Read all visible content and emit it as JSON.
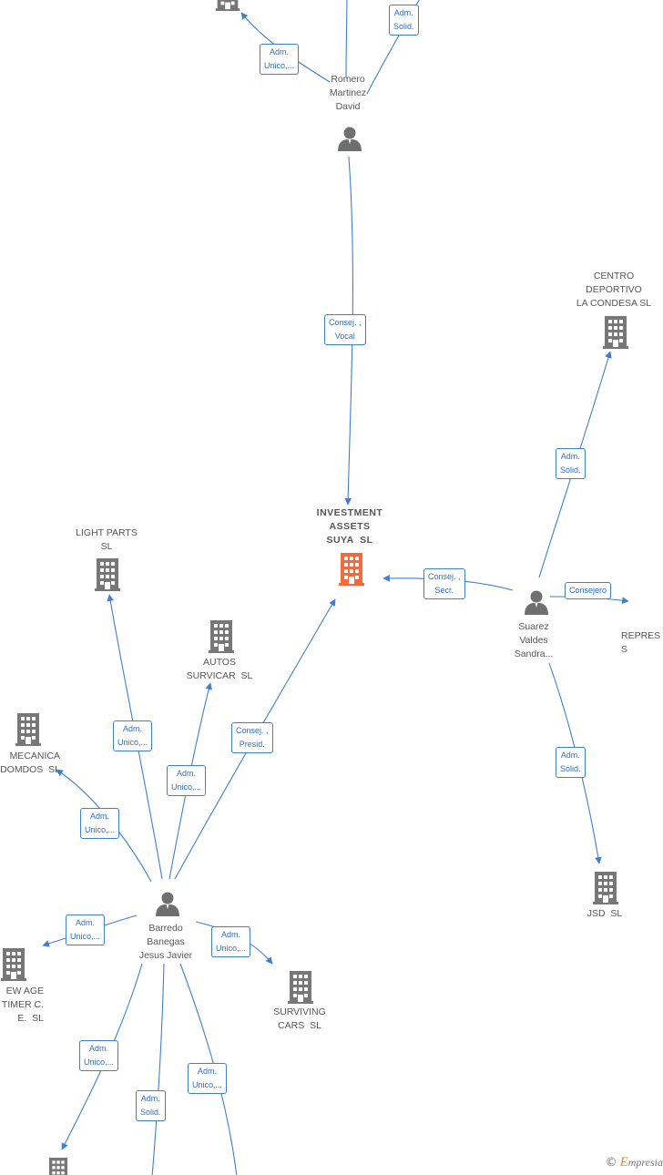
{
  "colors": {
    "edge": "#3f7fd0",
    "building": "#777777",
    "highlight": "#f26a3d",
    "person": "#6f6f6f"
  },
  "nodes": {
    "romero": "Romero\nMartinez\nDavid",
    "investment": "INVESTMENT\nASSETS\nSUYA  SL",
    "centro": "CENTRO\nDEPORTIVO\nLA CONDESA SL",
    "suarez": "Suarez\nValdes\nSandra...",
    "repres": "REPRES\nS",
    "light_parts": "LIGHT PARTS\nSL",
    "autos": "AUTOS\nSURVICAR  SL",
    "mecanica": "MECANICA\nDOMDOS  SL",
    "barredo": "Barredo\nBanegas\nJesus Javier",
    "new_age": "EW AGE\nTIMER C.\nE.  SL",
    "surviving": "SURVIVING\nCARS  SL",
    "jsd": "JSD  SL"
  },
  "edges": {
    "adm_solid_top": "Adm.\nSolid.",
    "adm_unico_top": "Adm.\nUnico,...",
    "consej_vocal": "Consej. ,\nVocal",
    "adm_solid_centro": "Adm.\nSolid.",
    "consej_secr": "Consej. ,\nSecr.",
    "consejero": "Consejero",
    "adm_solid_jsd": "Adm.\nSolid.",
    "adm_unico_light": "Adm.\nUnico,...",
    "adm_unico_autos": "Adm.\nUnico,...",
    "consej_presid": "Consej. ,\nPresid.",
    "adm_unico_mecanica": "Adm.\nUnico,...",
    "adm_unico_newage": "Adm.\nUnico,...",
    "adm_unico_surviving": "Adm.\nUnico,...",
    "adm_unico_bl": "Adm.\nUnico,...",
    "adm_solid_bottom": "Adm.\nSolid.",
    "adm_unico_br": "Adm.\nUnico,..."
  },
  "icons": {
    "building": "building-icon",
    "person": "person-icon"
  },
  "brand": {
    "copyright": "©",
    "first_letter": "E",
    "rest": "mpresia"
  }
}
